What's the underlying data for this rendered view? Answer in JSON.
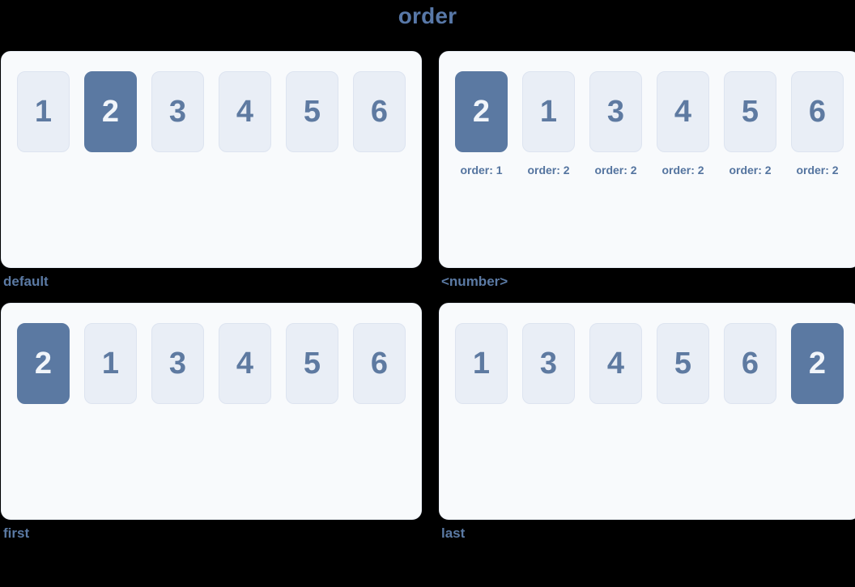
{
  "page": {
    "title": "order"
  },
  "colors": {
    "background": "#000000",
    "panel_bg": "#f8fafc",
    "panel_border": "#e9eef5",
    "item_bg": "#e9eef6",
    "item_border": "#dde4f0",
    "item_text": "#5e7aa1",
    "highlight_bg": "#5b79a2",
    "highlight_text": "#f1f5fa",
    "accent_text": "#5b7aa4",
    "title_text": "#5878a8"
  },
  "panels": [
    {
      "label": "default",
      "items": [
        {
          "text": "1",
          "highlight": false
        },
        {
          "text": "2",
          "highlight": true
        },
        {
          "text": "3",
          "highlight": false
        },
        {
          "text": "4",
          "highlight": false
        },
        {
          "text": "5",
          "highlight": false
        },
        {
          "text": "6",
          "highlight": false
        }
      ]
    },
    {
      "label": "<number>",
      "items": [
        {
          "text": "2",
          "highlight": true,
          "caption": "order: 1"
        },
        {
          "text": "1",
          "highlight": false,
          "caption": "order: 2"
        },
        {
          "text": "3",
          "highlight": false,
          "caption": "order: 2"
        },
        {
          "text": "4",
          "highlight": false,
          "caption": "order: 2"
        },
        {
          "text": "5",
          "highlight": false,
          "caption": "order: 2"
        },
        {
          "text": "6",
          "highlight": false,
          "caption": "order: 2"
        }
      ]
    },
    {
      "label": "first",
      "items": [
        {
          "text": "2",
          "highlight": true
        },
        {
          "text": "1",
          "highlight": false
        },
        {
          "text": "3",
          "highlight": false
        },
        {
          "text": "4",
          "highlight": false
        },
        {
          "text": "5",
          "highlight": false
        },
        {
          "text": "6",
          "highlight": false
        }
      ]
    },
    {
      "label": "last",
      "items": [
        {
          "text": "1",
          "highlight": false
        },
        {
          "text": "3",
          "highlight": false
        },
        {
          "text": "4",
          "highlight": false
        },
        {
          "text": "5",
          "highlight": false
        },
        {
          "text": "6",
          "highlight": false
        },
        {
          "text": "2",
          "highlight": true
        }
      ]
    }
  ]
}
